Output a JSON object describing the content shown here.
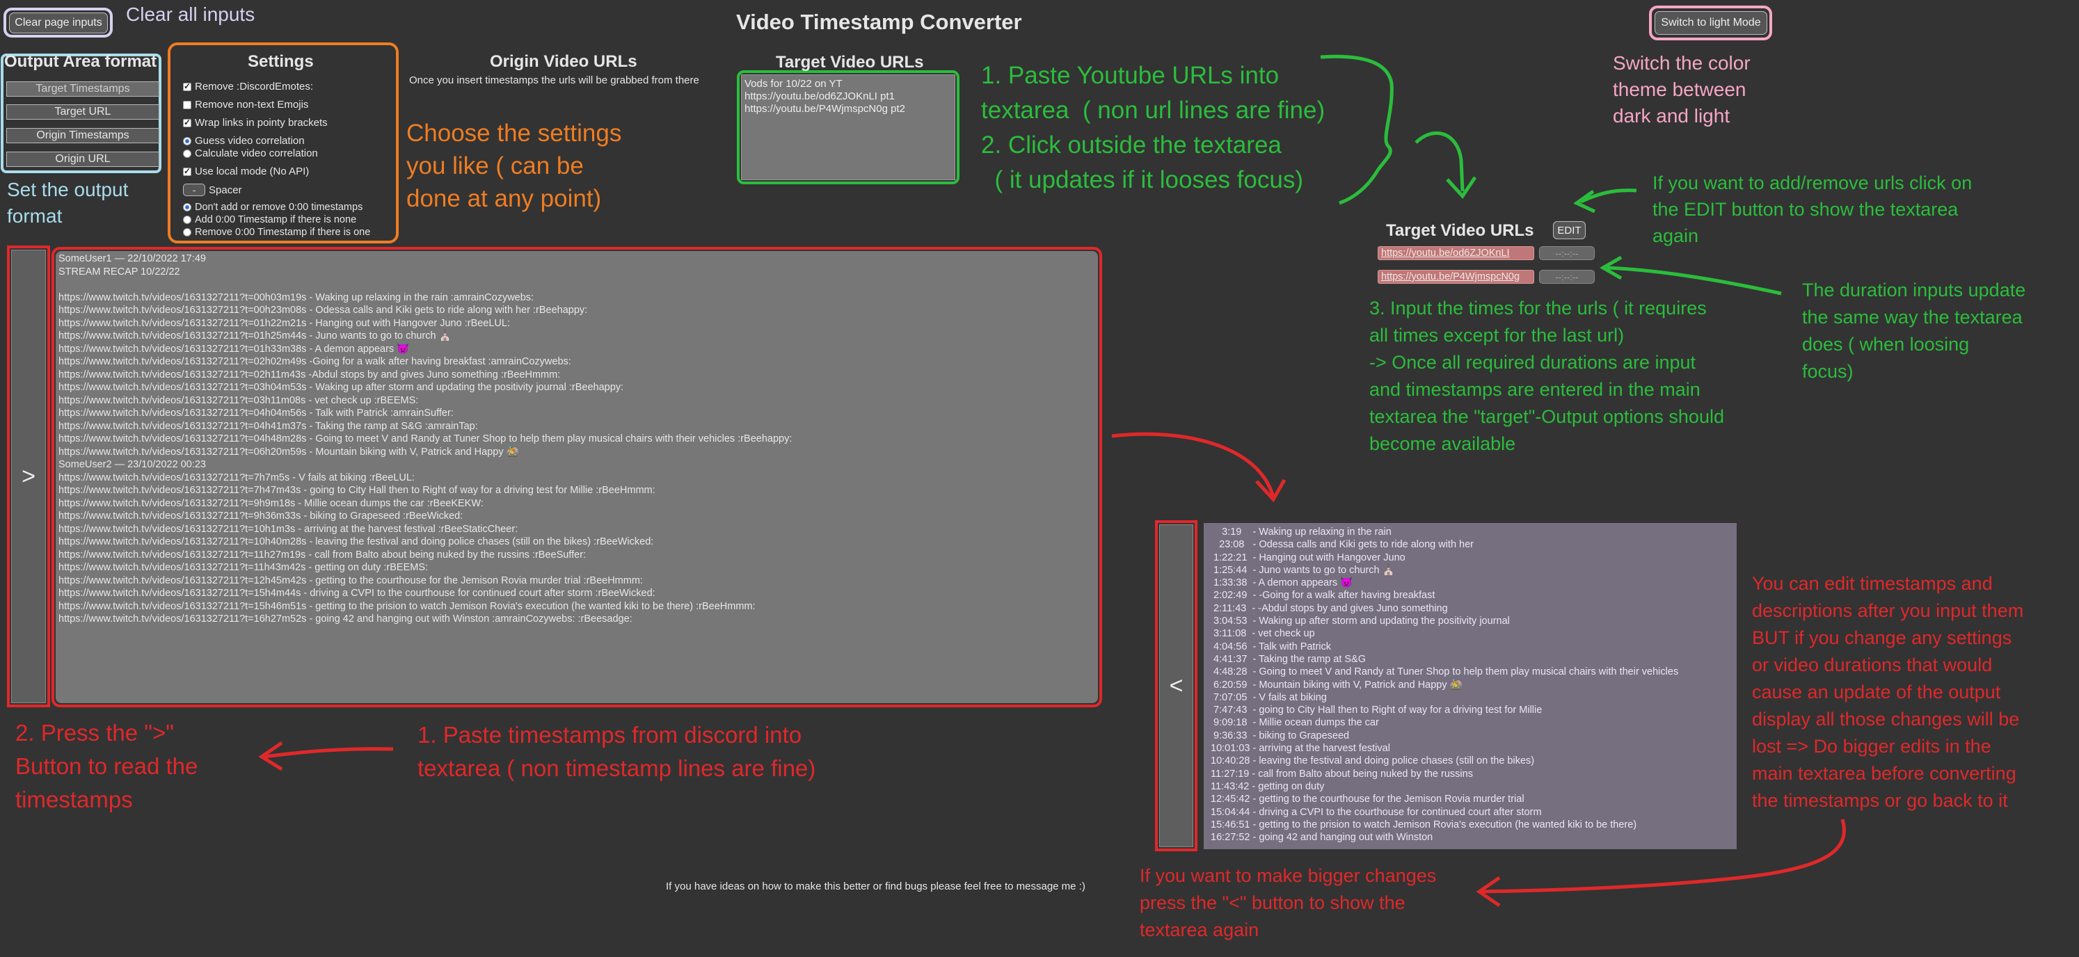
{
  "header": {
    "title": "Video Timestamp Converter",
    "clear_button": "Clear page inputs",
    "theme_button": "Switch to light Mode"
  },
  "output_format": {
    "title": "Output Area format",
    "buttons": [
      "Target Timestamps",
      "Target URL",
      "Origin Timestamps",
      "Origin URL"
    ]
  },
  "settings": {
    "title": "Settings",
    "options": [
      {
        "label": "Remove :DiscordEmotes:",
        "type": "checkbox",
        "checked": true
      },
      {
        "label": "Remove non-text Emojis",
        "type": "checkbox",
        "checked": false
      },
      {
        "label": "Wrap links in pointy brackets",
        "type": "checkbox",
        "checked": true
      },
      {
        "label": "Guess video correlation",
        "type": "radio",
        "checked": true
      },
      {
        "label": "Calculate video correlation",
        "type": "radio",
        "checked": false
      },
      {
        "label": "Use local mode (No API)",
        "type": "checkbox",
        "checked": true
      },
      {
        "label": "Spacer",
        "type": "spacer",
        "checked": false
      },
      {
        "label": "Don't add or remove 0:00 timestamps",
        "type": "radio",
        "checked": true
      },
      {
        "label": "Add 0:00 Timestamp if there is none",
        "type": "radio",
        "checked": false
      },
      {
        "label": "Remove 0:00 Timestamp if there is one",
        "type": "radio",
        "checked": false
      }
    ],
    "spacer_button": "-"
  },
  "origin": {
    "title": "Origin Video URLs",
    "subtitle": "Once you insert timestamps the urls will be grabbed from there"
  },
  "target_input": {
    "title": "Target Video URLs",
    "text": "Vods for 10/22 on YT\nhttps://youtu.be/od6ZJOKnLI pt1\nhttps://youtu.be/P4WjmspcN0g pt2"
  },
  "target_list": {
    "title": "Target Video URLs",
    "edit_button": "EDIT",
    "urls": [
      "https://youtu.be/od6ZJOKnLI",
      "https://youtu.be/P4WjmspcN0g"
    ],
    "duration_placeholder": "--:--:--"
  },
  "main_textarea": {
    "expand_button": ">",
    "lines": [
      "SomeUser1 — 22/10/2022 17:49",
      "STREAM RECAP 10/22/22",
      "",
      "https://www.twitch.tv/videos/1631327211?t=00h03m19s - Waking up relaxing in the rain :amrainCozywebs:",
      "https://www.twitch.tv/videos/1631327211?t=00h23m08s - Odessa calls and Kiki gets to ride along with her :rBeehappy:",
      "https://www.twitch.tv/videos/1631327211?t=01h22m21s - Hanging out with Hangover Juno :rBeeLUL:",
      "https://www.twitch.tv/videos/1631327211?t=01h25m44s - Juno wants to go to church ⛪",
      "https://www.twitch.tv/videos/1631327211?t=01h33m38s - A demon appears 👿",
      "https://www.twitch.tv/videos/1631327211?t=02h02m49s -Going for a walk after having breakfast :amrainCozywebs:",
      "https://www.twitch.tv/videos/1631327211?t=02h11m43s -Abdul stops by and gives Juno something :rBeeHmmm:",
      "https://www.twitch.tv/videos/1631327211?t=03h04m53s - Waking up after storm and updating the positivity journal :rBeehappy:",
      "https://www.twitch.tv/videos/1631327211?t=03h11m08s - vet check up :rBEEMS:",
      "https://www.twitch.tv/videos/1631327211?t=04h04m56s - Talk with Patrick :amrainSuffer:",
      "https://www.twitch.tv/videos/1631327211?t=04h41m37s - Taking the ramp at S&G :amrainTap:",
      "https://www.twitch.tv/videos/1631327211?t=04h48m28s - Going to meet V and Randy at Tuner Shop to help them play musical chairs with their vehicles :rBeehappy:",
      "https://www.twitch.tv/videos/1631327211?t=06h20m59s - Mountain biking with V, Patrick and Happy 🚵",
      "SomeUser2 — 23/10/2022 00:23",
      "https://www.twitch.tv/videos/1631327211?t=7h7m5s - V fails at biking :rBeeLUL:",
      "https://www.twitch.tv/videos/1631327211?t=7h47m43s - going to City Hall then to Right of way for a driving test for Millie :rBeeHmmm:",
      "https://www.twitch.tv/videos/1631327211?t=9h9m18s - Millie ocean dumps the car :rBeeKEKW:",
      "https://www.twitch.tv/videos/1631327211?t=9h36m33s - biking to Grapeseed :rBeeWicked:",
      "https://www.twitch.tv/videos/1631327211?t=10h1m3s - arriving at the harvest festival :rBeeStaticCheer:",
      "https://www.twitch.tv/videos/1631327211?t=10h40m28s - leaving the festival and doing police chases (still on the bikes) :rBeeWicked:",
      "https://www.twitch.tv/videos/1631327211?t=11h27m19s - call from Balto about being nuked by the russins :rBeeSuffer:",
      "https://www.twitch.tv/videos/1631327211?t=11h43m42s - getting on duty :rBEEMS:",
      "https://www.twitch.tv/videos/1631327211?t=12h45m42s - getting to the courthouse for the Jemison Rovia murder trial :rBeeHmmm:",
      "https://www.twitch.tv/videos/1631327211?t=15h4m44s - driving a CVPI to the courthouse for continued court after storm :rBeeWicked:",
      "https://www.twitch.tv/videos/1631327211?t=15h46m51s - getting to the prision to watch Jemison Rovia's execution (he wanted kiki to be there) :rBeeHmmm:",
      "https://www.twitch.tv/videos/1631327211?t=16h27m52s - going 42 and hanging out with Winston :amrainCozywebs: :rBeesadge:"
    ]
  },
  "output_area": {
    "collapse_button": "<",
    "lines": [
      "    3:19    - Waking up relaxing in the rain",
      "   23:08   - Odessa calls and Kiki gets to ride along with her",
      " 1:22:21  - Hanging out with Hangover Juno",
      " 1:25:44  - Juno wants to go to church ⛪",
      " 1:33:38  - A demon appears 👿",
      " 2:02:49  - -Going for a walk after having breakfast",
      " 2:11:43  - -Abdul stops by and gives Juno something",
      " 3:04:53  - Waking up after storm and updating the positivity journal",
      " 3:11:08  - vet check up",
      " 4:04:56  - Talk with Patrick",
      " 4:41:37  - Taking the ramp at S&G",
      " 4:48:28  - Going to meet V and Randy at Tuner Shop to help them play musical chairs with their vehicles",
      " 6:20:59  - Mountain biking with V, Patrick and Happy 🚵",
      " 7:07:05  - V fails at biking",
      " 7:47:43  - going to City Hall then to Right of way for a driving test for Millie",
      " 9:09:18  - Millie ocean dumps the car",
      " 9:36:33  - biking to Grapeseed",
      "10:01:03 - arriving at the harvest festival",
      "10:40:28 - leaving the festival and doing police chases (still on the bikes)",
      "11:27:19 - call from Balto about being nuked by the russins",
      "11:43:42 - getting on duty",
      "12:45:42 - getting to the courthouse for the Jemison Rovia murder trial",
      "15:04:44 - driving a CVPI to the courthouse for continued court after storm",
      "15:46:51 - getting to the prision to watch Jemison Rovia's execution (he wanted kiki to be there)",
      "16:27:52 - going 42 and hanging out with Winston"
    ]
  },
  "footer": "If you have ideas on how to make this better or find bugs please feel free to message me :)",
  "annotations": {
    "clear_all": "Clear all inputs",
    "output_format": "Set the output\nformat",
    "settings": "Choose the settings\nyou like  ( can be\ndone at any point)",
    "paste_urls": "1. Paste Youtube URLs into\ntextarea  ( non url lines are fine)\n2. Click outside the textarea\n  ( it updates if it looses focus)",
    "theme": "Switch the color\ntheme between\ndark and light",
    "edit": "If you want to add/remove urls click on\nthe EDIT button to show the textarea\nagain",
    "duration": "The duration inputs update\nthe same way the textarea\ndoes  ( when loosing\nfocus)",
    "input_times": "3. Input the times for the urls  ( it requires\nall times except for the last url)\n  -> Once all required durations are input\nand timestamps are entered in the main\ntextarea the \"target\"-Output options should\nbecome available",
    "press_button": "2. Press the \">\"\nButton to read the\ntimestamps",
    "paste_timestamps": "1. Paste timestamps from discord into\ntextarea  ( non timestamp lines are fine)",
    "edit_timestamps": "You can edit timestamps and\ndescriptions after you input them\nBUT if you change any settings\nor video durations that would\ncause an update of the output\ndisplay all those changes will be\nlost => Do bigger edits in the\nmain textarea before converting\nthe timestamps or go back to it",
    "bigger_changes": "If you want to make bigger changes\npress the \"<\" button to show the\ntextarea again"
  },
  "colors": {
    "background": "#333333",
    "green": "#2bbd3c",
    "red": "#e0282a",
    "orange": "#ef7d22",
    "pink": "#f6a6c4",
    "light_blue": "#a9dcec"
  }
}
